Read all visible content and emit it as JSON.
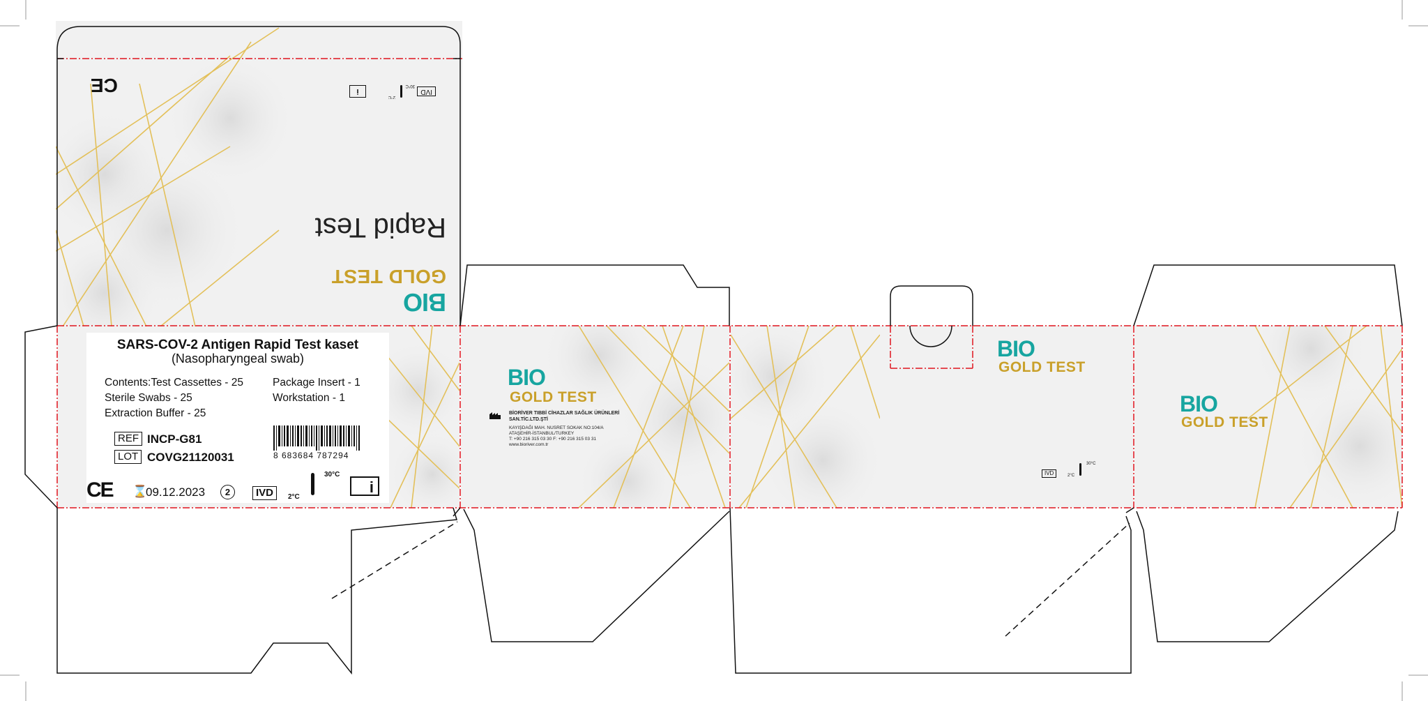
{
  "colors": {
    "teal": "#17A5A0",
    "gold": "#C9A02A",
    "cut_line": "#111111",
    "fold_line": "#E0141E",
    "panel_bg": "#F1F1F1",
    "gold_lines": "#E3C05A"
  },
  "brand": {
    "logo_mark": "BIO",
    "logo_text": "GOLD TEST",
    "subtitle": "Rapid Test"
  },
  "label": {
    "product_name": "SARS-COV-2 Antigen Rapid Test kaset",
    "specimen": "(Nasopharyngeal swab)",
    "contents_left": [
      "Contents:Test Cassettes - 25",
      "Sterile Swabs - 25",
      "Extraction Buffer - 25"
    ],
    "contents_right": [
      "Package Insert - 1",
      "Workstation - 1"
    ],
    "ref_label": "REF",
    "ref_value": "INCP-G81",
    "lot_label": "LOT",
    "lot_value": "COVG21120031",
    "barcode_number": "8 683684 787294",
    "expiry_date": "09.12.2023",
    "ce_mark": "CE",
    "ivd": "IVD",
    "temp_max": "30°C",
    "temp_min": "2°C",
    "single_use_glyph": "2",
    "icons": [
      "ce-mark-icon",
      "hourglass-icon",
      "do-not-reuse-icon",
      "thermometer-icon",
      "instructions-icon"
    ]
  },
  "top_flap": {
    "ivd": "IVD",
    "temp_max": "2°C",
    "temp_min": "30°C"
  },
  "manufacturer": {
    "name": "BİORİVER TIBBİ CİHAZLAR SAĞLIK ÜRÜNLERİ",
    "name2": "SAN.TİC.LTD.ŞTİ",
    "address1": "KAYIŞDAĞI MAH. NUSRET SOKAK NO:104/A",
    "address2": "ATAŞEHİR-İSTANBUL/TURKEY",
    "phone": "T: +90 216 315 03 30 F: +90 216 315 03 31",
    "web": "www.bioriver.com.tr"
  },
  "panel3_symbols": {
    "ivd": "IVD",
    "temp_max": "30°C",
    "temp_min": "2°C"
  }
}
